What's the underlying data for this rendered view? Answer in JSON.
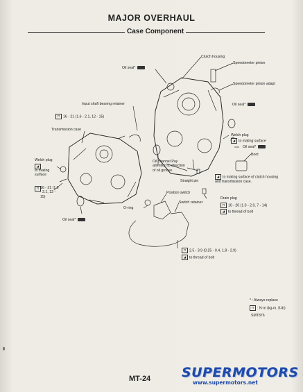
{
  "header": {
    "title": "MAJOR OVERHAUL",
    "subtitle": "Case Component"
  },
  "labels": {
    "clutch_housing": "Clutch housing",
    "speedometer_pinion": "Speedometer pinion",
    "speedometer_pinion_adapter": "Speedometer pinion adapt",
    "oil_seal_top": "Oil seal*",
    "oil_seal_right": "Oil seal*",
    "oil_seal_boot": "Oil seal*",
    "oil_seal_bottom": "Oil seal*",
    "input_shaft_retainer": "Input shaft bearing retainer",
    "torque_retainer": "16 - 21 (1.6 - 2.1, 12 - 15)",
    "transmission_case": "Transmission case",
    "welch_plug_right": "Welch plug",
    "welch_plug_right_note": "to mating surface",
    "boot": "Boot",
    "welch_plug_left": "Welch plug",
    "welch_plug_left_note": "to mating surface",
    "oil_channel": "Oil channel Pay attention to direction of oil groove.",
    "straight_pin": "Straight pin",
    "mating_surface_note": "to mating surface of clutch housing and transmission case.",
    "torque_case": "16 - 21 (1.6 - 2.1, 12 - 15)",
    "position_switch": "Position switch",
    "drain_plug": "Drain plug",
    "switch_retainer": "Switch retainer",
    "torque_drain": "10 - 20 (1.0 - 2.0, 7 - 14)",
    "thread_note_1": "to thread of bolt",
    "o_ring": "O-ring",
    "torque_switch": "2.5 - 3.9 (0.25 - 0.4, 1.8 - 2.9)",
    "thread_note_2": "to thread of bolt",
    "legend_replace": "* : Always replace",
    "legend_units": ": N·m (kg-m, ft-lb)",
    "figure_code": "SMT876"
  },
  "footer": {
    "page_number": "MT-24"
  },
  "watermark": {
    "brand": "SUPERMOTORS",
    "url": "www.supermotors.net"
  }
}
